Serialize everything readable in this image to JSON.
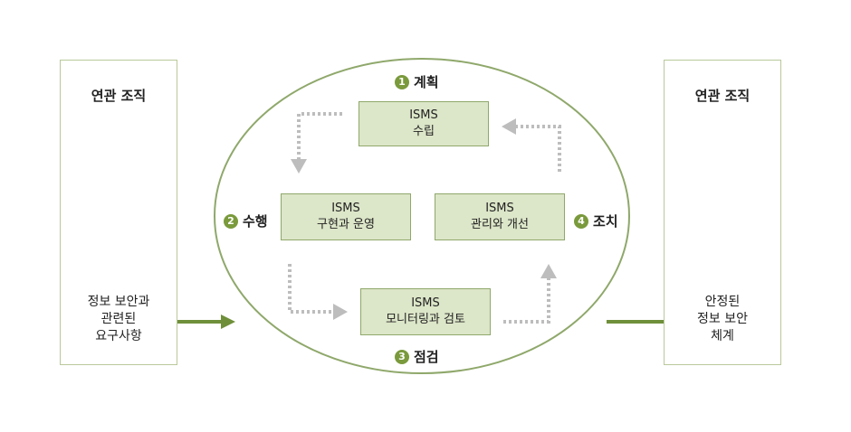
{
  "left_panel": {
    "title": "연관 조직",
    "text": "정보 보안과\n관련된\n요구사항"
  },
  "right_panel": {
    "title": "연관 조직",
    "text": "안정된\n정보 보안\n체계"
  },
  "stages": [
    {
      "number": "1",
      "name": "계획",
      "box_line1": "ISMS",
      "box_line2": "수립"
    },
    {
      "number": "2",
      "name": "수행",
      "box_line1": "ISMS",
      "box_line2": "구현과 운영"
    },
    {
      "number": "3",
      "name": "점검",
      "box_line1": "ISMS",
      "box_line2": "모니터링과 검토"
    },
    {
      "number": "4",
      "name": "조치",
      "box_line1": "ISMS",
      "box_line2": "관리와 개선"
    }
  ],
  "colors": {
    "ellipse_border": "#8fa86b",
    "box_fill": "#dce6c8",
    "arrow_green": "#6f8f3a",
    "dotted_arrow": "#bdbdbd",
    "badge": "#7a9a3c"
  }
}
